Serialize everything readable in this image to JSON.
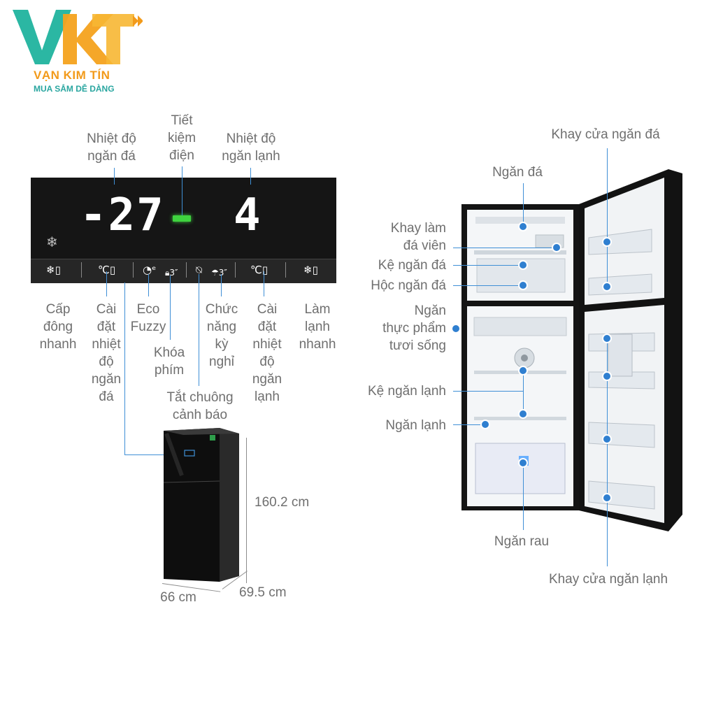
{
  "brand": {
    "logo_letters": "VKT",
    "name": "VẠN KIM TÍN",
    "tagline": "MUA SẮM DỄ DÀNG",
    "colors": {
      "v": "#2bb7a3",
      "k": "#f4a21d",
      "t": "#f7b733",
      "name": "#f29a1a",
      "tagline": "#2aa6a0"
    }
  },
  "panel": {
    "freezer_temp": "-27",
    "fridge_temp": "4",
    "eco_indicator_color": "#3fd33f",
    "snowflake_icon": "snowflake-icon",
    "icons": [
      "fast-freeze-icon",
      "freezer-temp-icon",
      "eco-fuzzy-icon",
      "key-lock-icon",
      "alarm-off-icon",
      "holiday-icon",
      "fridge-temp-icon",
      "fast-cool-icon"
    ],
    "top_labels": {
      "freezer_temp": "Nhiệt độ\nngăn đá",
      "energy_saving": "Tiết\nkiệm\nđiện",
      "fridge_temp": "Nhiệt độ\nngăn lạnh"
    },
    "bottom_labels": {
      "fast_freeze": "Cấp\nđông\nnhanh",
      "freezer_setting": "Cài\nđặt\nnhiệt\nđộ\nngăn\nđá",
      "eco_fuzzy": "Eco\nFuzzy",
      "key_lock": "Khóa\nphím",
      "holiday": "Chức\nnăng\nkỳ\nnghỉ",
      "alarm_off": "Tắt chuông\ncảnh báo",
      "fridge_setting": "Cài\nđặt\nnhiệt\nđộ\nngăn\nlạnh",
      "fast_cool": "Làm\nlạnh\nnhanh"
    }
  },
  "dimensions": {
    "height": "160.2 cm",
    "width": "66 cm",
    "depth": "69.5 cm"
  },
  "fridge_labels": {
    "freezer_door_tray": "Khay cửa ngăn đá",
    "freezer": "Ngăn đá",
    "ice_tray": "Khay làm\nđá viên",
    "freezer_shelf": "Kệ ngăn đá",
    "freezer_drawer": "Hộc ngăn đá",
    "fresh_food": "Ngăn\nthực phẩm\ntươi sống",
    "fridge_shelf": "Kệ ngăn lạnh",
    "fridge_compartment": "Ngăn lạnh",
    "vegetable_drawer": "Ngăn rau",
    "fridge_door_tray": "Khay cửa ngăn lạnh"
  },
  "accent_color": "#2f7fd0"
}
